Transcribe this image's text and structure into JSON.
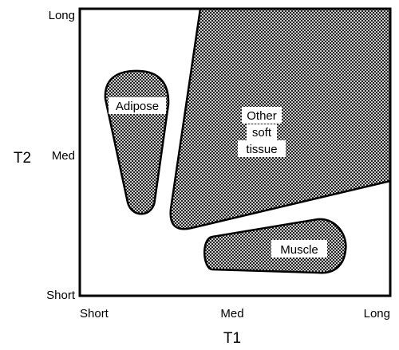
{
  "axes": {
    "x_title": "T1",
    "y_title": "T2",
    "x_ticks": [
      "Short",
      "Med",
      "Long"
    ],
    "y_ticks": [
      "Long",
      "Med",
      "Short"
    ]
  },
  "regions": [
    {
      "id": "adipose",
      "lines": [
        "Adipose"
      ]
    },
    {
      "id": "other-soft-tissue",
      "lines": [
        "Other",
        "soft",
        "tissue"
      ]
    },
    {
      "id": "muscle",
      "lines": [
        "Muscle"
      ]
    }
  ],
  "colors": {
    "line": "#000000",
    "background": "#ffffff",
    "hatch": "#000000"
  }
}
